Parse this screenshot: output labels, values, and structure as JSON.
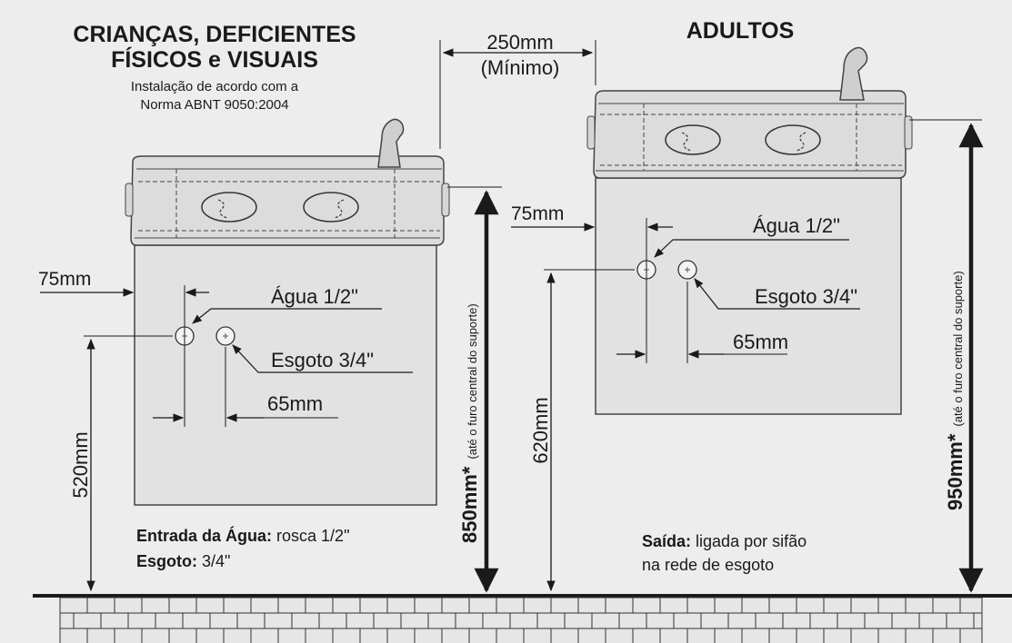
{
  "left": {
    "title_line1": "CRIANÇAS, DEFICIENTES",
    "title_line2": "FÍSICOS e VISUAIS",
    "subtitle_line1": "Instalação de acordo com a",
    "subtitle_line2": "Norma ABNT 9050:2004",
    "dim_side": "75mm",
    "label_water": "Água 1/2\"",
    "label_drain": "Esgoto 3/4\"",
    "dim_spacing": "65mm",
    "dim_pipe_height": "520mm",
    "dim_total_height": "850mm*",
    "dim_total_note": "(até o furo central do suporte)"
  },
  "right": {
    "title": "ADULTOS",
    "dim_side": "75mm",
    "label_water": "Água 1/2\"",
    "label_drain": "Esgoto 3/4\"",
    "dim_spacing": "65mm",
    "dim_pipe_height": "620mm",
    "dim_total_height": "950mm*",
    "dim_total_note": "(até o furo central do suporte)"
  },
  "gap": {
    "value": "250mm",
    "note": "(Mínimo)"
  },
  "notes": {
    "water_inlet_bold": "Entrada da Água:",
    "water_inlet_text": " rosca 1/2\"",
    "drain_bold": "Esgoto:",
    "drain_text": " 3/4\"",
    "outlet_bold": "Saída:",
    "outlet_text_line1": " ligada por sifão",
    "outlet_text_line2": "na rede de esgoto"
  },
  "colors": {
    "background": "#ededed",
    "unit_fill": "#e2e2e2",
    "unit_stroke": "#444444",
    "wall": "#e6e6e6",
    "line": "#1a1a1a"
  }
}
